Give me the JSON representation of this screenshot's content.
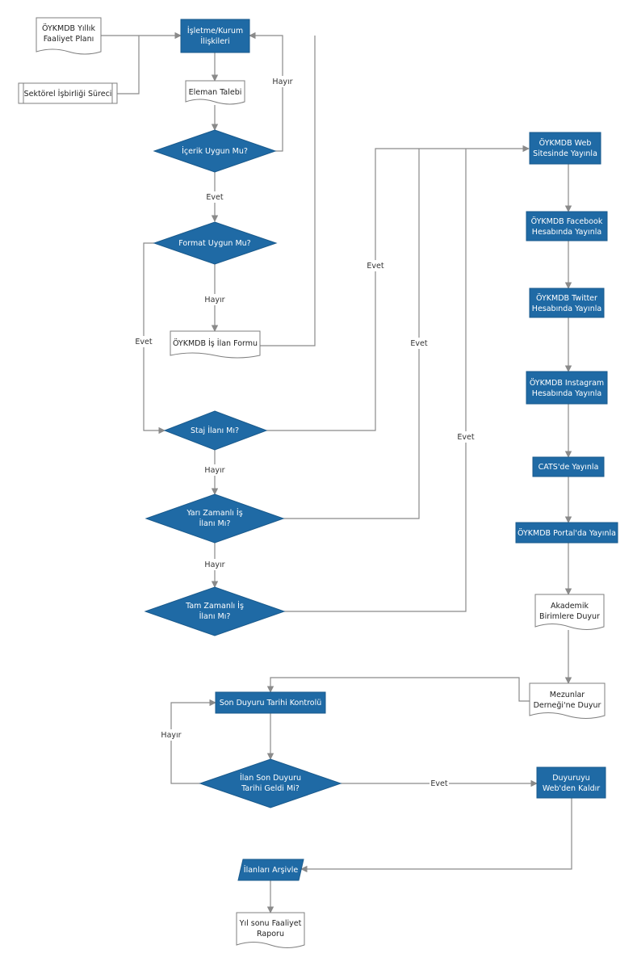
{
  "colors": {
    "process": "#1f6aa5",
    "connector": "#8a8a8a"
  },
  "nodes": {
    "yillik_plan": {
      "lines": [
        "ÖYKMDB Yıllık",
        "Faaliyet Planı"
      ]
    },
    "sektorel": {
      "lines": [
        "Sektörel İşbirliği Süreci"
      ]
    },
    "isletme": {
      "lines": [
        "İşletme/Kurum",
        "İlişkileri"
      ]
    },
    "eleman_talebi": {
      "lines": [
        "Eleman Talebi"
      ]
    },
    "icerik_uygun": {
      "lines": [
        "İçerik Uygun Mu?"
      ]
    },
    "format_uygun": {
      "lines": [
        "Format Uygun Mu?"
      ]
    },
    "is_ilan_formu": {
      "lines": [
        "ÖYKMDB İş İlan Formu"
      ]
    },
    "staj_ilani": {
      "lines": [
        "Staj İlanı Mı?"
      ]
    },
    "yari_zamanli": {
      "lines": [
        "Yarı Zamanlı İş",
        "İlanı Mı?"
      ]
    },
    "tam_zamanli": {
      "lines": [
        "Tam Zamanlı İş",
        "İlanı Mı?"
      ]
    },
    "web": {
      "lines": [
        "ÖYKMDB Web",
        "Sitesinde Yayınla"
      ]
    },
    "facebook": {
      "lines": [
        "ÖYKMDB Facebook",
        "Hesabında Yayınla"
      ]
    },
    "twitter": {
      "lines": [
        "ÖYKMDB Twitter",
        "Hesabında Yayınla"
      ]
    },
    "instagram": {
      "lines": [
        "ÖYKMDB Instagram",
        "Hesabında Yayınla"
      ]
    },
    "cats": {
      "lines": [
        "CATS'de Yayınla"
      ]
    },
    "portal": {
      "lines": [
        "ÖYKMDB Portal'da Yayınla"
      ]
    },
    "akademik": {
      "lines": [
        "Akademik",
        "Birimlere Duyur"
      ]
    },
    "mezunlar": {
      "lines": [
        "Mezunlar",
        "Derneği'ne Duyur"
      ]
    },
    "son_duyuru_kontrol": {
      "lines": [
        "Son Duyuru Tarihi Kontrolü"
      ]
    },
    "ilan_son_duyuru": {
      "lines": [
        "İlan Son Duyuru",
        "Tarihi Geldi Mi?"
      ]
    },
    "web_kaldir": {
      "lines": [
        "Duyuruyu",
        "Web'den Kaldır"
      ]
    },
    "ilanlari_arsivle": {
      "lines": [
        "İlanları Arşivle"
      ]
    },
    "yil_sonu": {
      "lines": [
        "Yıl sonu Faaliyet",
        "Raporu"
      ]
    }
  },
  "edge_labels": {
    "icerik_hayir": "Hayır",
    "icerik_evet": "Evet",
    "format_hayir": "Hayır",
    "format_evet": "Evet",
    "staj_evet": "Evet",
    "staj_hayir": "Hayır",
    "yari_evet": "Evet",
    "yari_hayir": "Hayır",
    "tam_evet": "Evet",
    "tarih_hayir": "Hayır",
    "tarih_evet": "Evet"
  }
}
